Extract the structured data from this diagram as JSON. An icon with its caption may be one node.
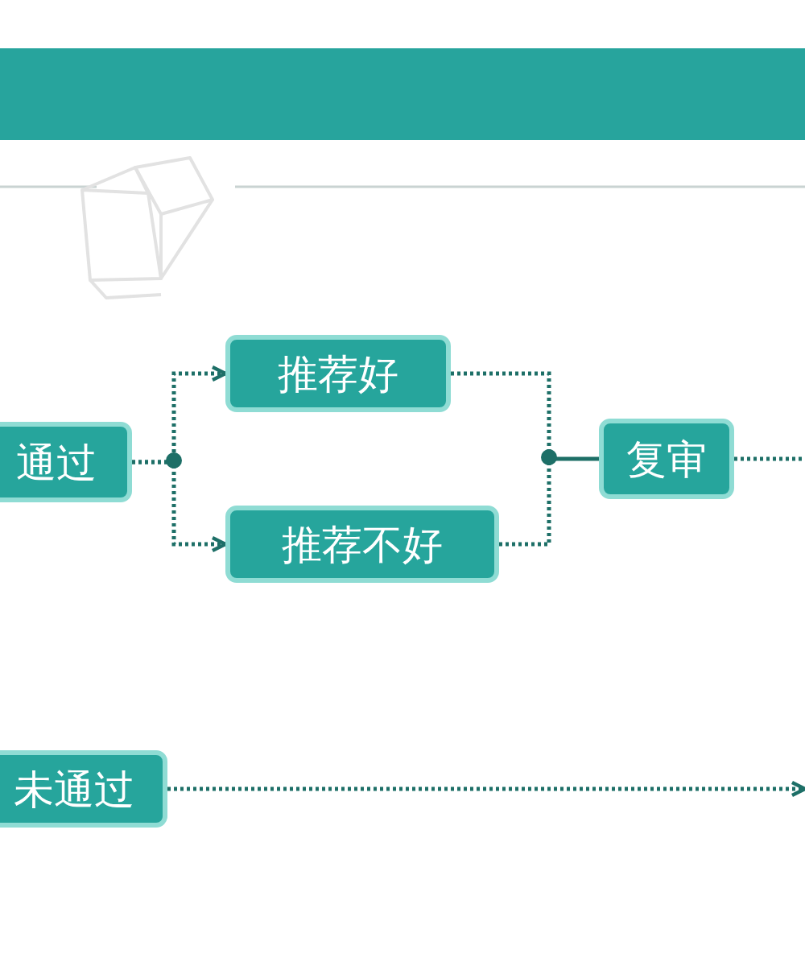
{
  "diagram": {
    "nodes": [
      {
        "text": [
          "通过"
        ]
      },
      {
        "text": [
          "推荐好"
        ]
      },
      {
        "text": [
          "推荐不好"
        ]
      },
      {
        "text": [
          "复审"
        ]
      },
      {
        "text": [
          "未通过"
        ]
      }
    ],
    "edges": [
      {
        "from": 0,
        "to": 1,
        "arrow": "to"
      },
      {
        "from": 0,
        "to": 2,
        "arrow": "to"
      },
      {
        "from": 1,
        "to": 3,
        "arrow": "none"
      },
      {
        "from": 2,
        "to": 3,
        "arrow": "none"
      },
      {
        "from": 3,
        "to": null,
        "arrow": "none"
      },
      {
        "from": 4,
        "to": null,
        "arrow": "to"
      }
    ]
  }
}
